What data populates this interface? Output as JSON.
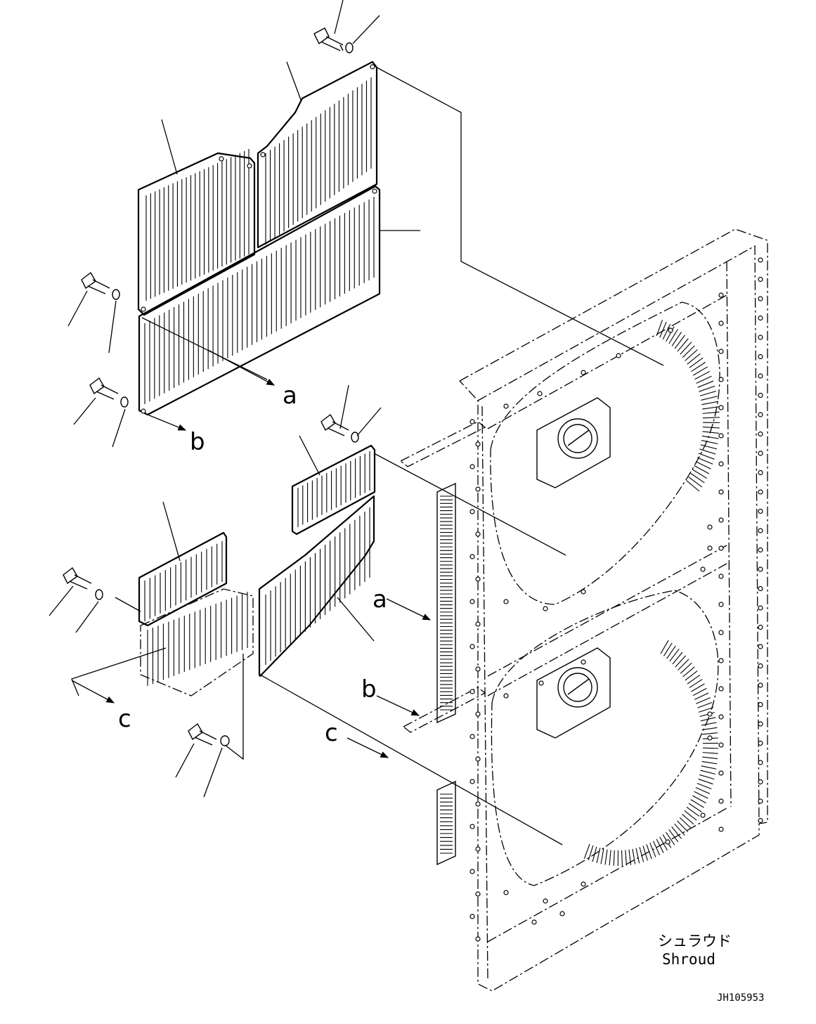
{
  "callouts": {
    "a_upper": "a",
    "b_upper": "b",
    "c_lower": "c",
    "a_frame": "a",
    "b_frame": "b",
    "c_frame": "c"
  },
  "shroud_label": {
    "japanese": "シュラウド",
    "english": "Shroud"
  },
  "drawing_id": "JH105953"
}
